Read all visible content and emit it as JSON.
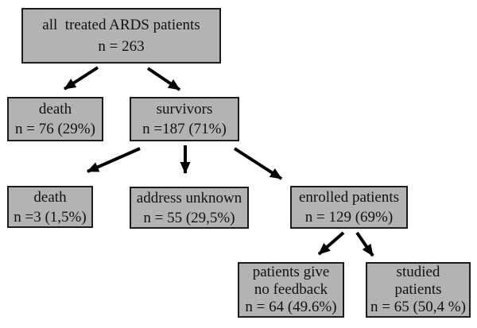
{
  "colors": {
    "box_fill": "#b3b3b3",
    "box_border": "#1c1c1c",
    "arrow": "#000000",
    "background": "#ffffff",
    "text": "#111111"
  },
  "nodes": [
    {
      "id": "all-treated",
      "lines": [
        "all  treated ARDS patients",
        "n = 263"
      ]
    },
    {
      "id": "death-1",
      "lines": [
        "death",
        "n = 76 (29%)"
      ]
    },
    {
      "id": "survivors",
      "lines": [
        "survivors",
        "n =187 (71%)"
      ]
    },
    {
      "id": "death-2",
      "lines": [
        "death",
        "n =3 (1,5%)"
      ]
    },
    {
      "id": "address-unknown",
      "lines": [
        "address unknown",
        "n = 55 (29,5%)"
      ]
    },
    {
      "id": "enrolled",
      "lines": [
        "enrolled patients",
        "n = 129 (69%)"
      ]
    },
    {
      "id": "no-feedback",
      "lines": [
        "patients give",
        "no feedback",
        "n = 64 (49.6%)"
      ]
    },
    {
      "id": "studied",
      "lines": [
        "studied",
        "patients",
        "n = 65 (50,4 %)"
      ]
    }
  ],
  "edges": [
    {
      "from": "all-treated",
      "to": "death-1"
    },
    {
      "from": "all-treated",
      "to": "survivors"
    },
    {
      "from": "survivors",
      "to": "death-2"
    },
    {
      "from": "survivors",
      "to": "address-unknown"
    },
    {
      "from": "survivors",
      "to": "enrolled"
    },
    {
      "from": "enrolled",
      "to": "no-feedback"
    },
    {
      "from": "enrolled",
      "to": "studied"
    }
  ]
}
